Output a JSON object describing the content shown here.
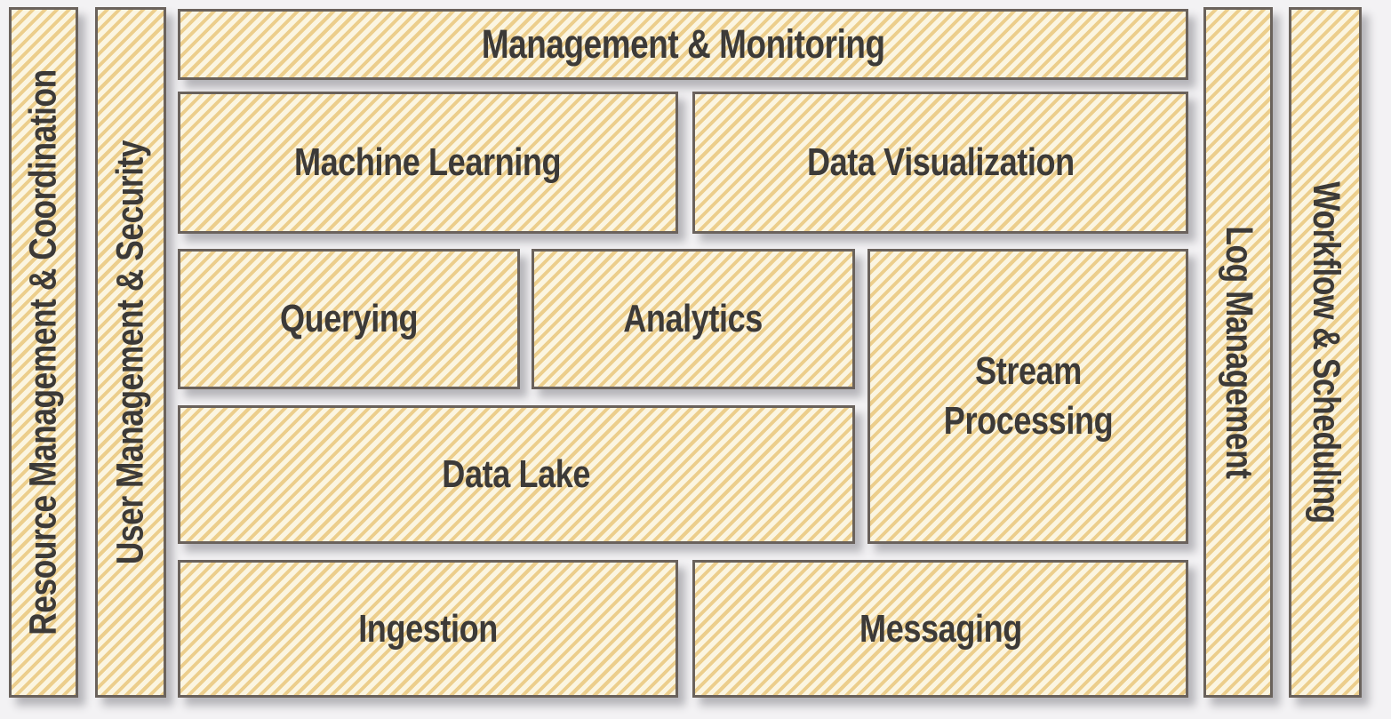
{
  "palette": {
    "background": "#f3f2f4",
    "stripe_light": "#fbf5e1",
    "stripe_dark": "#ecce8c",
    "border": "#6a625c",
    "text": "#3c3a38"
  },
  "side_columns": {
    "left": [
      {
        "label": "Resource Management & Coordination"
      },
      {
        "label": "User Management & Security"
      }
    ],
    "right": [
      {
        "label": "Log Management"
      },
      {
        "label": "Workflow & Scheduling"
      }
    ]
  },
  "main": {
    "banner": {
      "label": "Management & Monitoring"
    },
    "boxes": [
      {
        "label": "Machine Learning"
      },
      {
        "label": "Data Visualization"
      },
      {
        "label": "Querying"
      },
      {
        "label": "Analytics"
      },
      {
        "label": "Stream Processing"
      },
      {
        "label": "Data Lake"
      },
      {
        "label": "Ingestion"
      },
      {
        "label": "Messaging"
      }
    ]
  }
}
